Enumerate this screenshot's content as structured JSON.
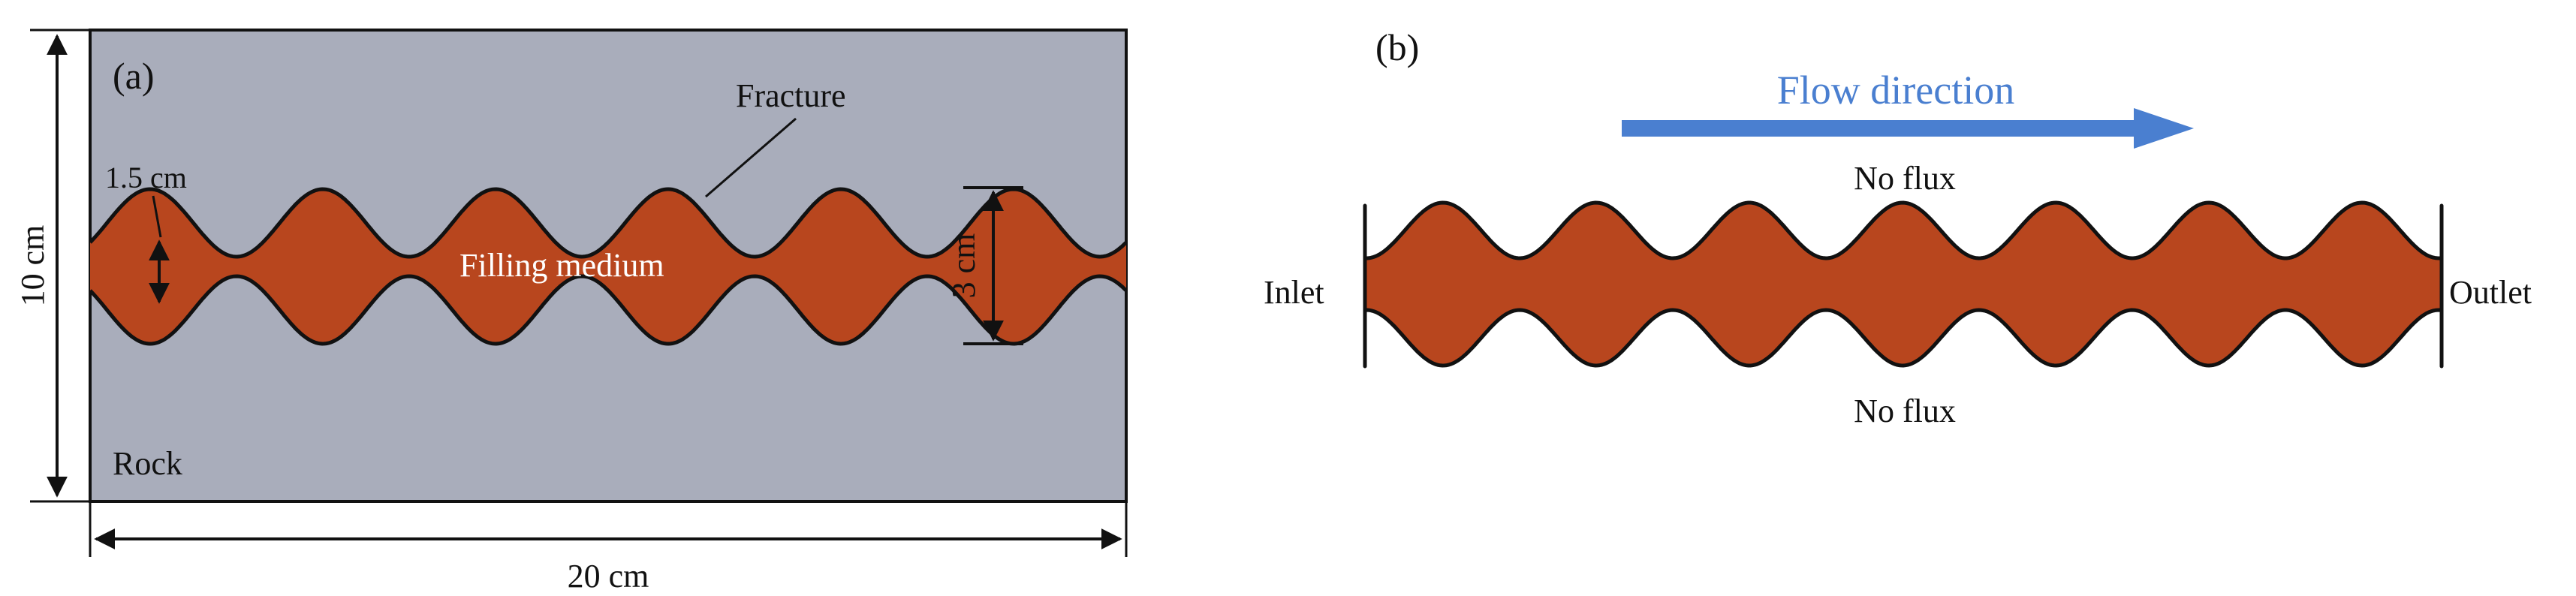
{
  "colors": {
    "rock": "#a9adbb",
    "medium": "#b8461e",
    "outline": "#111111",
    "arrow": "#4a7fd0"
  },
  "panel_a": {
    "tag": "(a)",
    "rock_label": "Rock",
    "fracture_label": "Fracture",
    "medium_label": "Filling medium",
    "height_label": "10 cm",
    "width_label": "20 cm",
    "min_aperture_label": "1.5 cm",
    "max_aperture_label": "3 cm"
  },
  "panel_b": {
    "tag": "(b)",
    "flow_label": "Flow direction",
    "top_boundary_label": "No flux",
    "bottom_boundary_label": "No flux",
    "inlet_label": "Inlet",
    "outlet_label": "Outlet"
  }
}
